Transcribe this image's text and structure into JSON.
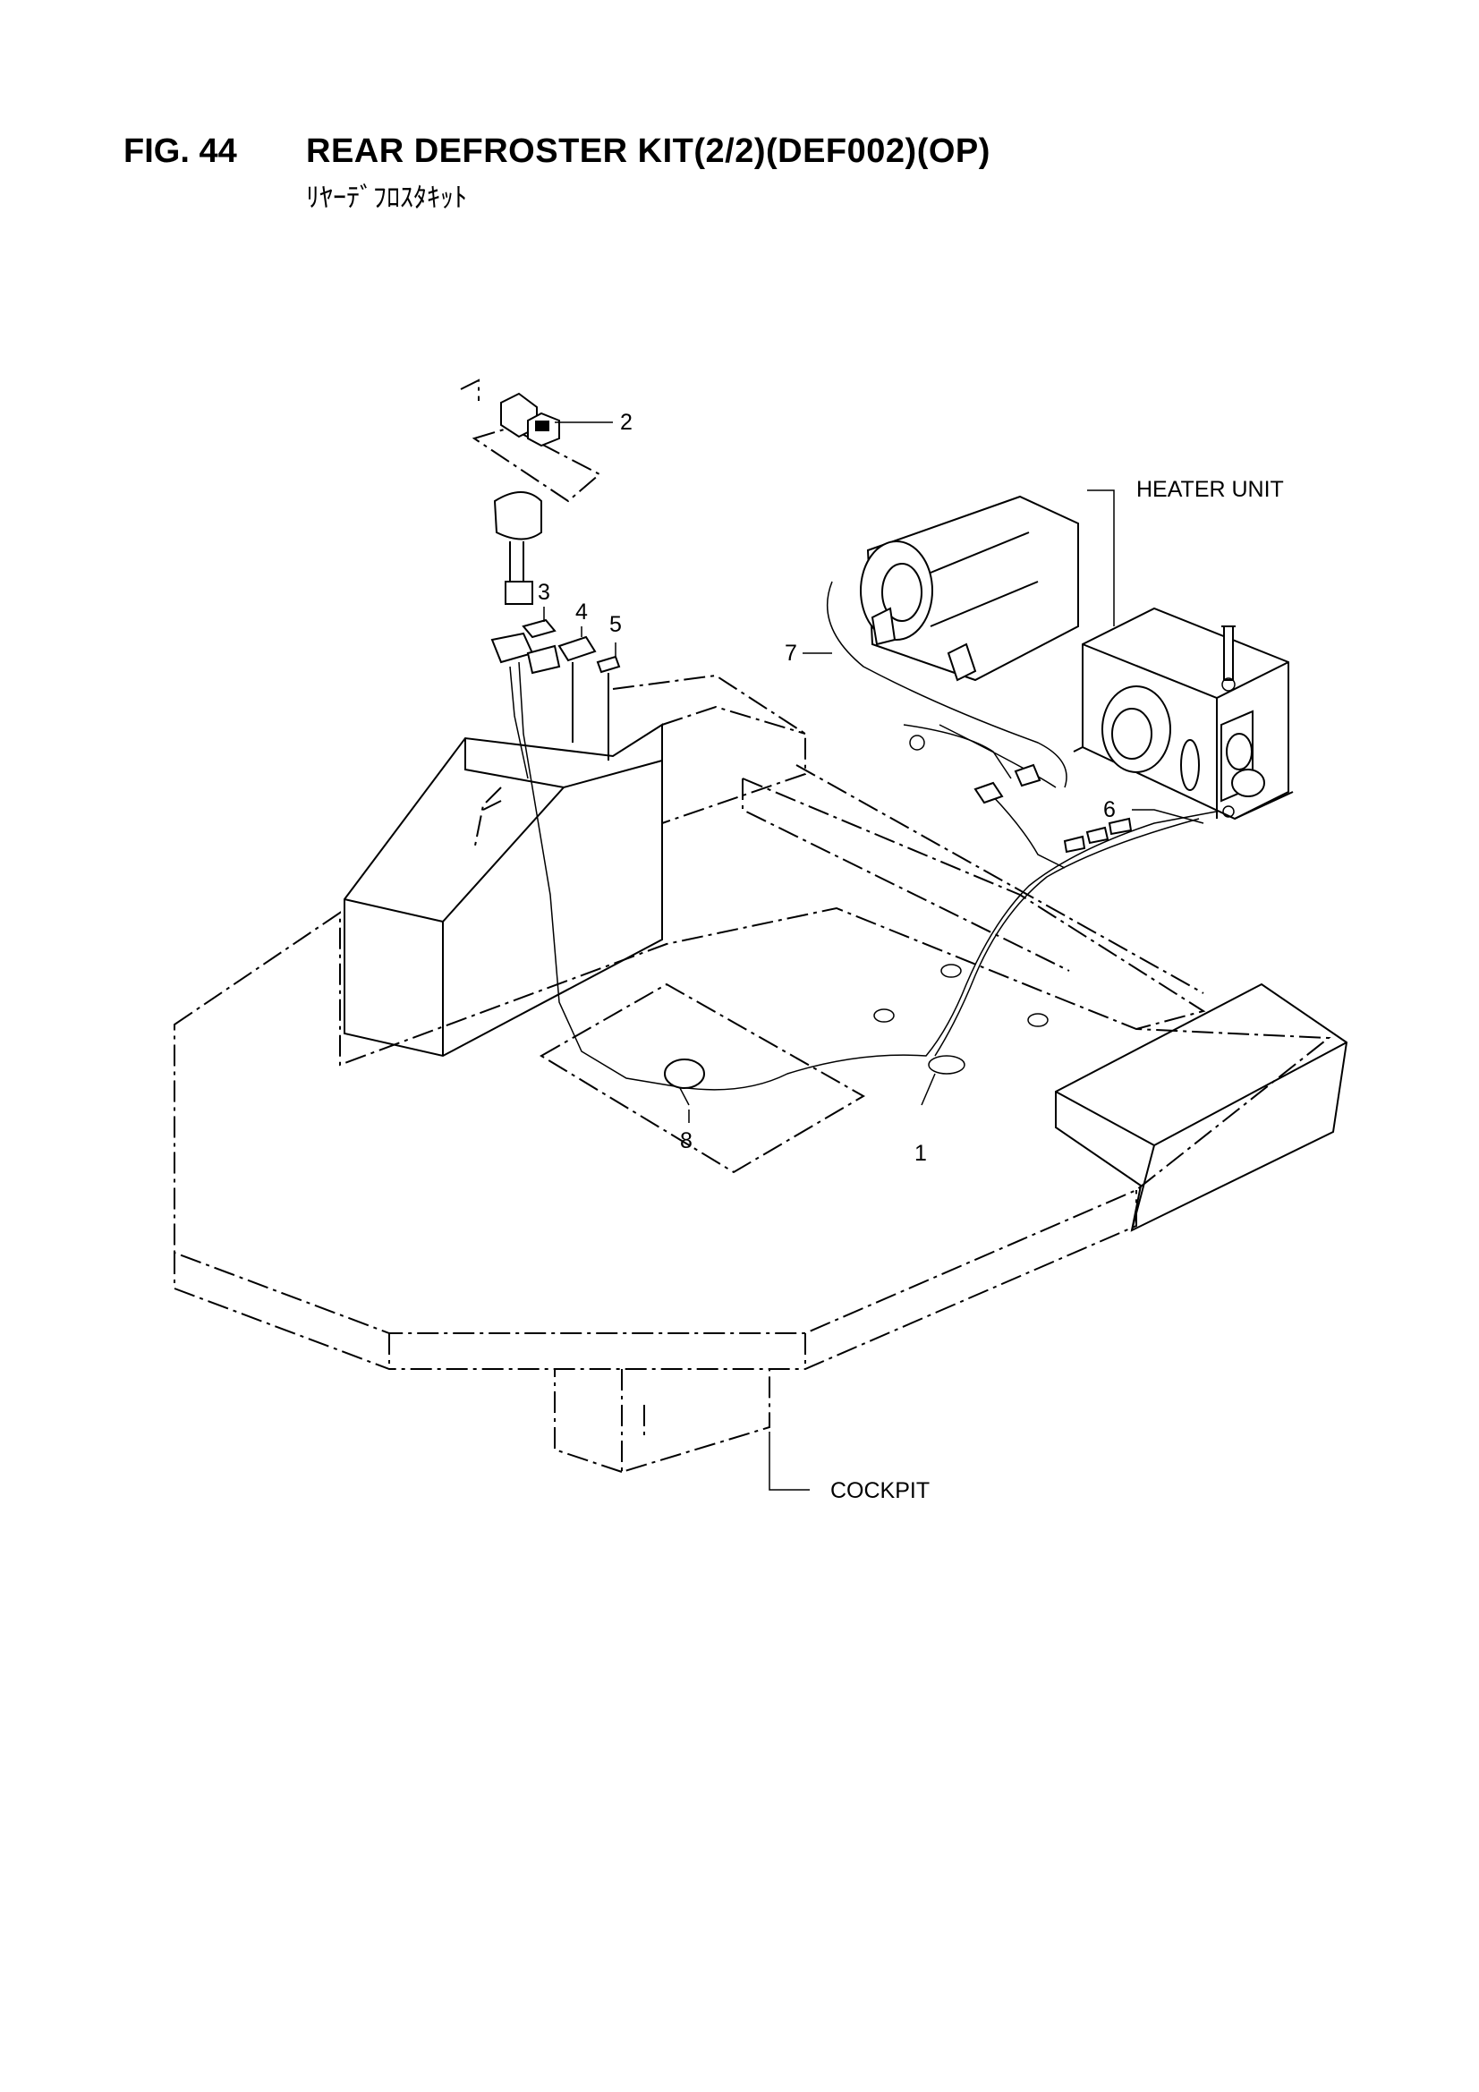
{
  "figure": {
    "number": "FIG. 44",
    "title": "REAR DEFROSTER KIT(2/2)(DEF002)(OP)",
    "subtitle": "ﾘﾔｰﾃﾞﾌﾛｽﾀｷｯﾄ"
  },
  "callouts": {
    "c1": "1",
    "c2": "2",
    "c3": "3",
    "c4": "4",
    "c5": "5",
    "c6": "6",
    "c7": "7",
    "c8": "8",
    "heater_unit": "HEATER UNIT",
    "cockpit": "COCKPIT"
  }
}
